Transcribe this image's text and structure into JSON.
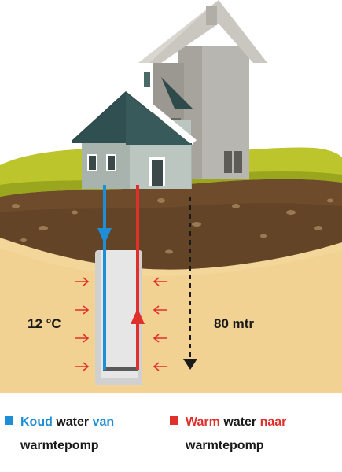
{
  "labels": {
    "temperature": "12 °C",
    "depth": "80 mtr"
  },
  "legend": {
    "cold": {
      "color": "#1e8fd6",
      "accent": "Koud",
      "middle": "water",
      "end": "van",
      "line2": "warmtepomp"
    },
    "warm": {
      "color": "#e0302b",
      "accent": "Warm",
      "middle": "water",
      "end": "naar",
      "line2": "warmtepomp"
    }
  },
  "colors": {
    "cold_pipe": "#1e8fd6",
    "warm_pipe": "#e0302b",
    "grass": "#b9c42a",
    "topsoil": "#6b4a2a",
    "sand": "#f2d596",
    "heat_arrows": "#e0302b"
  },
  "icons": [
    "house-icon",
    "heat-arrow-icon",
    "depth-arrow-icon"
  ]
}
